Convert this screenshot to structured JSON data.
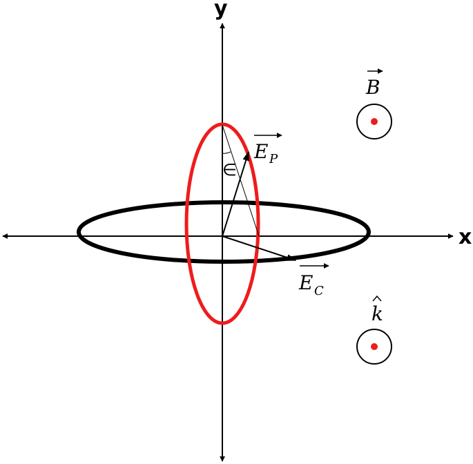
{
  "axes": {
    "x_label": "x",
    "y_label": "y"
  },
  "vectors": {
    "ep": {
      "letter": "E",
      "sub": "P"
    },
    "ec": {
      "letter": "E",
      "sub": "C"
    },
    "b": {
      "letter": "B"
    },
    "k": {
      "letter": "k"
    }
  },
  "angle_symbol": "∈",
  "colors": {
    "ellipse_p": "#ee1c1c",
    "ellipse_c": "#000000",
    "dot": "#ee1c1c",
    "axis": "#000000"
  }
}
